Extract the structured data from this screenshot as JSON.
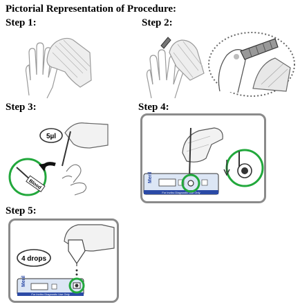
{
  "document": {
    "title": "Pictorial Representation of Procedure:",
    "steps": [
      {
        "label": "Step 1:"
      },
      {
        "label": "Step 2:"
      },
      {
        "label": "Step 3:",
        "volume_label": "5µl",
        "tag_label": "Blood"
      },
      {
        "label": "Step 4:",
        "cassette_brand": "Meril",
        "cassette_strip_text": "For Invitro Diagnostic Use Only"
      },
      {
        "label": "Step 5:",
        "drops_label": "4 drops",
        "cassette_brand": "Meril",
        "cassette_strip_text": "For Invitro Diagnostic Use Only"
      }
    ]
  },
  "colors": {
    "accent_green": "#22a83c",
    "panel_border": "#8a8a8a",
    "line": "#333333"
  }
}
